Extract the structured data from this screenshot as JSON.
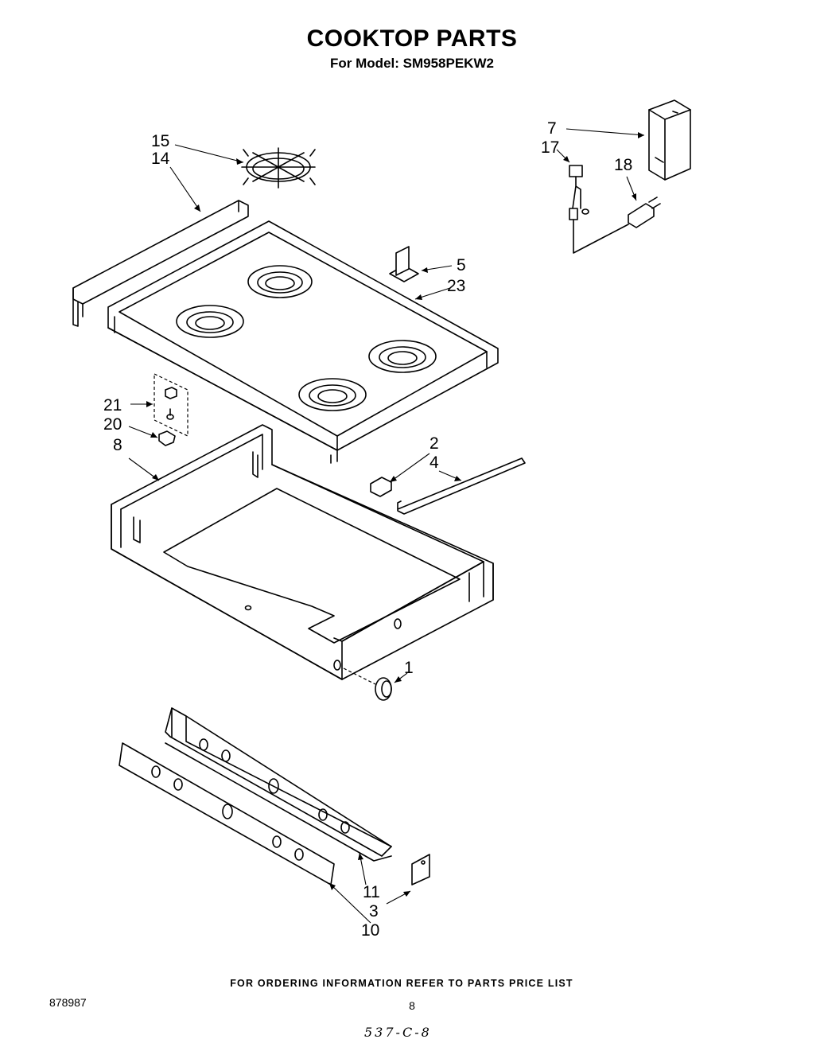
{
  "header": {
    "title": "COOKTOP PARTS",
    "model_line": "For Model: SM958PEKW2"
  },
  "callouts": {
    "c15": "15",
    "c14": "14",
    "c7": "7",
    "c17": "17",
    "c18": "18",
    "c5": "5",
    "c23": "23",
    "c21": "21",
    "c20": "20",
    "c8": "8",
    "c2": "2",
    "c4": "4",
    "c1": "1",
    "c11": "11",
    "c3": "3",
    "c10": "10"
  },
  "footer": {
    "ordering_note": "FOR ORDERING INFORMATION REFER TO PARTS PRICE LIST",
    "doc_number": "878987",
    "page_number": "8",
    "code": "537-C-8"
  }
}
